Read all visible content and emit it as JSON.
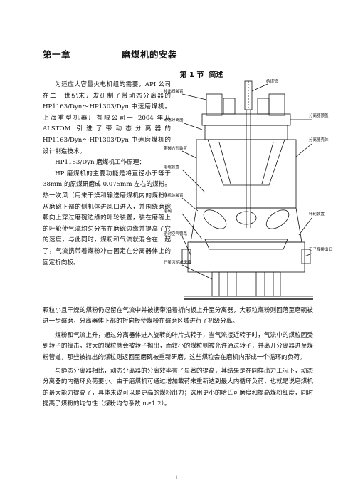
{
  "chapter": {
    "label": "第一章",
    "title": "磨煤机的安装"
  },
  "section": {
    "label": "第 1 节",
    "title": "简述"
  },
  "left_column": [
    "为适应大容量火电机组的需要，API 公司在二十世纪末开发研制了带动态分离器的 HP1163/Dyn～HP1303/Dyn 中速磨煤机。上海重型机器厂有限公司于 2004 年从 ALSTOM 引进了带动态分离器的 HP1163/Dyn～HP1303/Dyn 中速磨煤机的设计制造技术。",
    "HP1163/Dyn 磨煤机工作原理：",
    "HP 磨煤机的主要功能是将直径小于等于 38mm 的原煤研磨成 0.075mm 左右的煤粉。热一次风（用来干燥和输送磨煤机内的煤粉）从磨碗下部的侧机体进风口进入，并围绕磨碗毂向上穿过磨碗边缘的叶轮装置，装在磨碗上的叶轮使气流均匀分布在磨碗边缘并提高了它的速度，与此同时，煤粉和气流就混合在一起了，气流携带着煤粉冲击固定在分离器体上的固定折向板。"
  ],
  "full_paragraphs": [
    "颗粒小且干燥的煤粉仍逗留在气流中并被携带沿着折向板上升至分离器，大颗粒煤粉则回落至磨碗被进一步碾磨，分离器体下部的折向板使煤粉在碾磨区域进行了初级分离。",
    "煤粉和气流上升，通过分离器体进入旋转的叶片式转子，当气流接近转子时，气流中的煤粒因受到转子的撞击，较大的煤粒就会被转子抛出，而较小的煤粒则被允许通过转子，并离开分离器进至煤粉管道，那些被抛出的煤粒则返回至磨碗被重新研磨，这些煤粒会在磨机内形成一个循环的负荷。",
    "与静态分离器相比，动态分离器的分离效率有了显著的提高，其结果是在同样出力工况下，动态分离器的内循环负荷要小。由于磨煤机可通过增加载荷来重新达到最大内循环负荷，也就是说磨煤机的最大能力提高了，具体来说可以是更高的煤粉出力；选用更小的哈氏可磨度和提高煤粉细度，同时提高了煤粉的均匀性（煤粉均匀系数 n≥1.2）。"
  ],
  "figure_labels": {
    "top": "给煤管",
    "l1": "排出阀装置",
    "l2": "动态分离器",
    "l3": "带碳方形装置",
    "l4": "磨辊装置",
    "l5": "侧机体装置",
    "l6": "磨碗",
    "l7": "密封空气管路",
    "l8": "行星齿轮减速箱",
    "r1": "分离器顶盖",
    "r2": "分离器壳体",
    "r3": "叶轮装置",
    "r4": "石子煤排出口"
  },
  "page_number": "1"
}
